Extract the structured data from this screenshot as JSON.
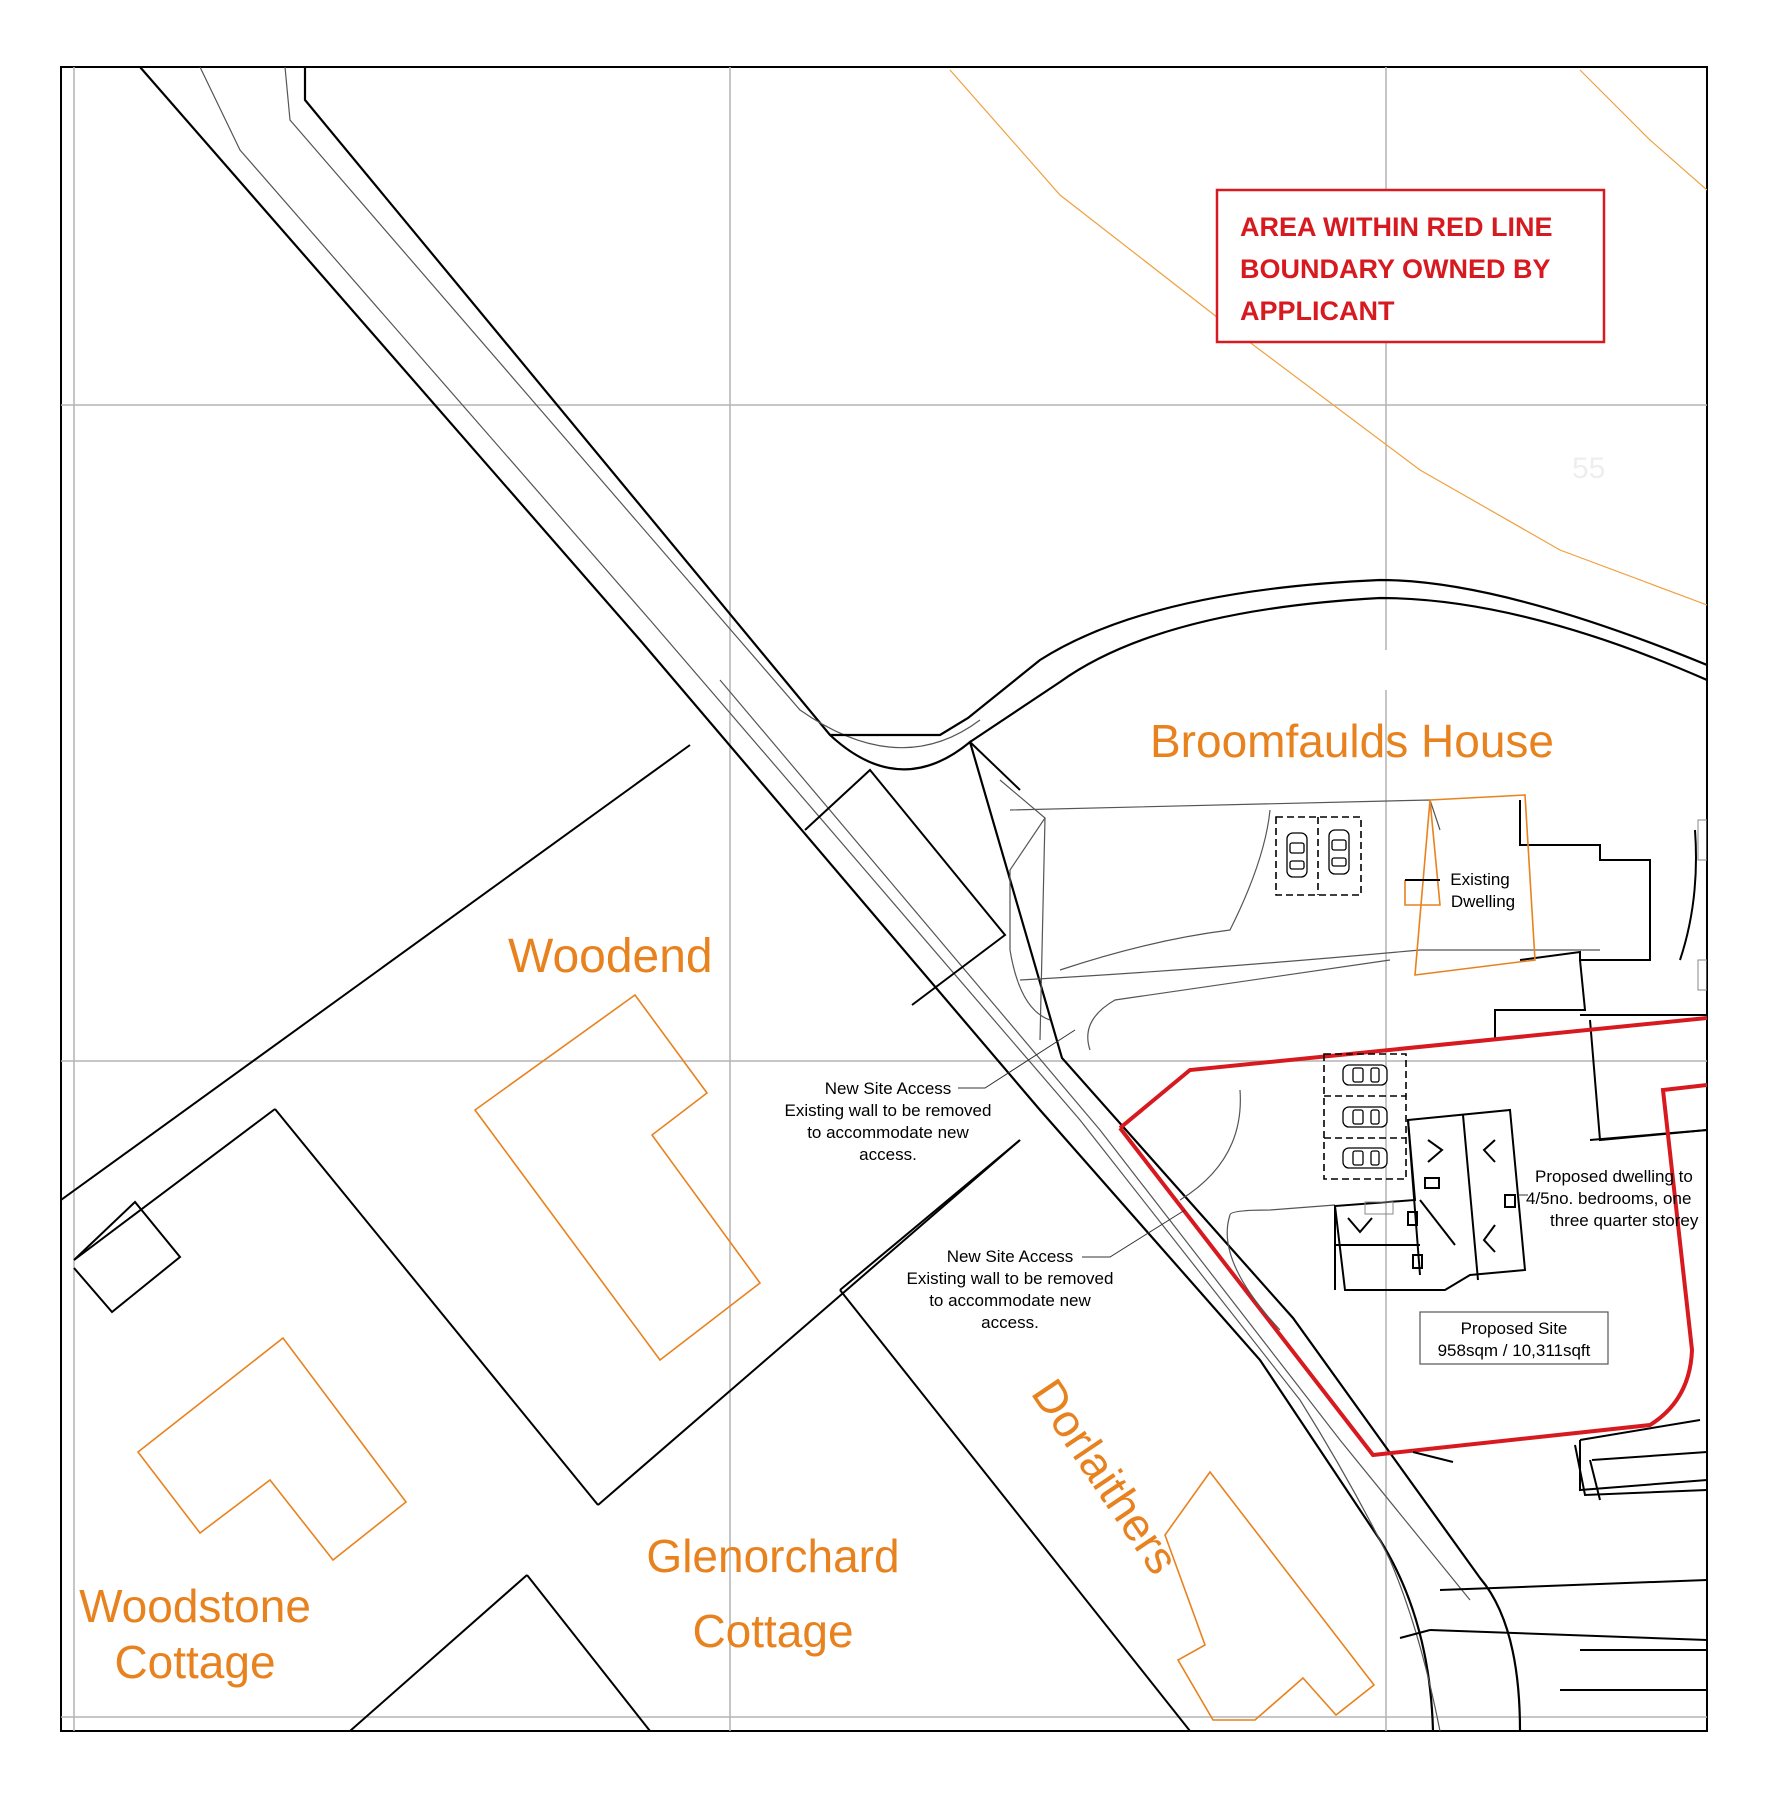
{
  "legend": {
    "lines": [
      "AREA WITHIN RED LINE",
      "BOUNDARY OWNED BY",
      "APPLICANT"
    ]
  },
  "places": {
    "broomfaulds": "Broomfaulds House",
    "woodend": "Woodend",
    "woodstone_1": "Woodstone",
    "woodstone_2": "Cottage",
    "glenorchard_1": "Glenorchard",
    "glenorchard_2": "Cottage",
    "dorlaithers": "Dorlaithers"
  },
  "notes": {
    "existing_1": "Existing",
    "existing_2": "Dwelling",
    "access_a": [
      "New Site Access",
      "Existing wall to be removed",
      "to accommodate new",
      "access."
    ],
    "access_b": [
      "New Site Access",
      "Existing wall to be removed",
      "to accommodate new",
      "access."
    ],
    "proposed_dwelling": [
      "Proposed dwelling to",
      "4/5no. bedrooms, one",
      "three quarter storey"
    ],
    "site_1": "Proposed Site",
    "site_2": "958sqm / 10,311sqft"
  },
  "contour_value": "55",
  "colors": {
    "place_label": "#e8821e",
    "red_line": "#d71920",
    "grid": "#b3b3b3"
  }
}
